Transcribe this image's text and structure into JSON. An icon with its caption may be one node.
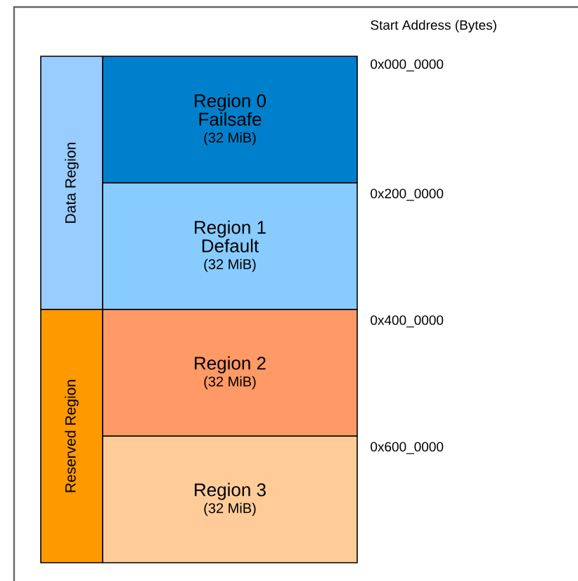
{
  "diagram": {
    "nodes": [
      {
        "text": [
          "Data Region"
        ]
      },
      {
        "text": [
          "Region 0",
          "Failsafe",
          "(32 MiB)"
        ]
      },
      {
        "text": [
          "Region 1",
          "Default",
          "(32 MiB)"
        ]
      },
      {
        "text": [
          "Reserved Region"
        ]
      },
      {
        "text": [
          "Region 2",
          "(32 MiB)"
        ]
      },
      {
        "text": [
          "Region 3",
          "(32 MiB)"
        ]
      }
    ],
    "labels": [
      "Start Address (Bytes)",
      "0x000_0000",
      "0x200_0000",
      "0x400_0000",
      "0x600_0000"
    ]
  }
}
